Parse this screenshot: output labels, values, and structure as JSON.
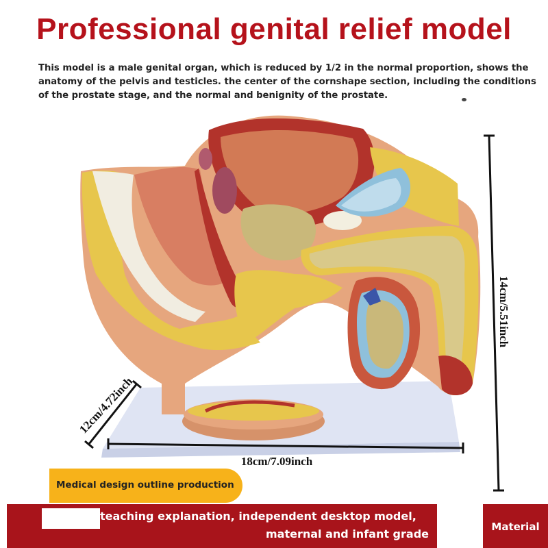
{
  "title": "Professional genital relief model",
  "description": "This model is a male genital organ, which is reduced by 1/2 in the normal proportion, shows the anatomy of the pelvis and testicles. the center of the cornshape section, including the conditions of the prostate stage, and the normal and benignity of the prostate.",
  "dimensions": {
    "height": "14cm/5.51inch",
    "depth": "12cm/4.72inch",
    "width": "18cm/7.09inch"
  },
  "badge": "Medical design outline production",
  "banner": {
    "line1": "teaching explanation, independent desktop model,",
    "line2": "maternal and infant grade",
    "material": "Material"
  },
  "colors": {
    "title": "#b5121b",
    "banner": "#a8141b",
    "badge": "#f7b21a",
    "skin": "#e6a67e",
    "fat": "#e7c64c",
    "muscle": "#b2332b",
    "bladder": "#d27a55",
    "testis": "#8fc0db",
    "base": "#dfe4f3"
  }
}
